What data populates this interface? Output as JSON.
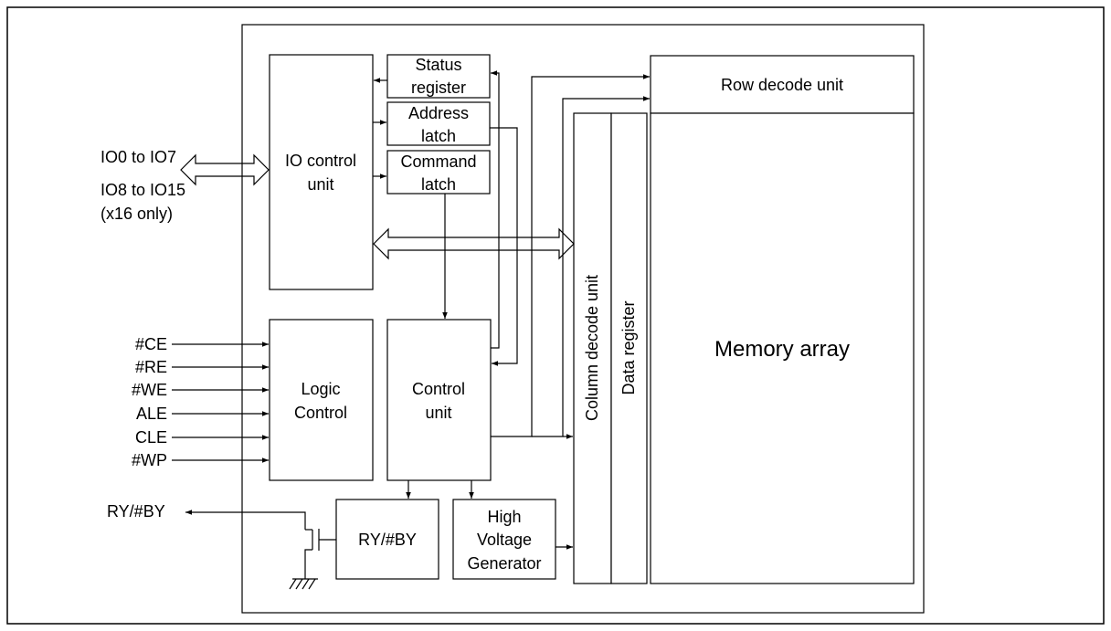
{
  "blocks": {
    "io_control": [
      "IO control",
      "unit"
    ],
    "status_register": [
      "Status",
      "register"
    ],
    "address_latch": [
      "Address",
      "latch"
    ],
    "command_latch": [
      "Command",
      "latch"
    ],
    "row_decode": "Row decode unit",
    "column_decode": "Column decode unit",
    "data_register": "Data register",
    "memory_array": "Memory array",
    "logic_control": [
      "Logic",
      "Control"
    ],
    "control_unit": [
      "Control",
      "unit"
    ],
    "ry_by_block": "RY/#BY",
    "high_voltage": [
      "High",
      "Voltage",
      "Generator"
    ]
  },
  "io_pins": [
    "IO0 to IO7",
    "IO8 to IO15",
    "(x16 only)"
  ],
  "control_pins": [
    "#CE",
    "#RE",
    "#WE",
    "ALE",
    "CLE",
    "#WP"
  ],
  "ry_by_pin": "RY/#BY"
}
